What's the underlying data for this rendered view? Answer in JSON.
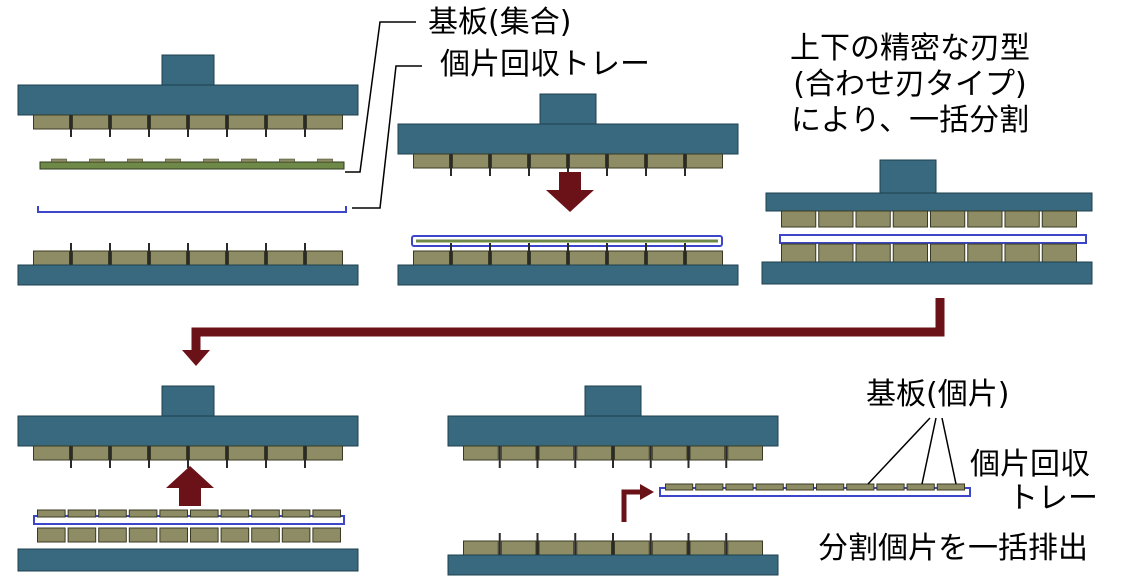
{
  "labels": {
    "substrate_assembly": "基板(集合)",
    "collection_tray": "個片回収トレー",
    "dies_line1": "上下の精密な刃型",
    "dies_line2": "(合わせ刃タイプ)",
    "dies_line3": "により、一括分割",
    "substrate_piece": "基板(個片)",
    "tray_line1": "個片回収",
    "tray_line2": "トレー",
    "eject": "分割個片を一括排出"
  },
  "colors": {
    "plate": "#38697f",
    "plate_edge": "#1e3f4d",
    "chip": "#8d8c64",
    "chip_edge": "#3a3a22",
    "tray": "#3b46c8",
    "arrow": "#6b1218",
    "leader": "#000000"
  }
}
